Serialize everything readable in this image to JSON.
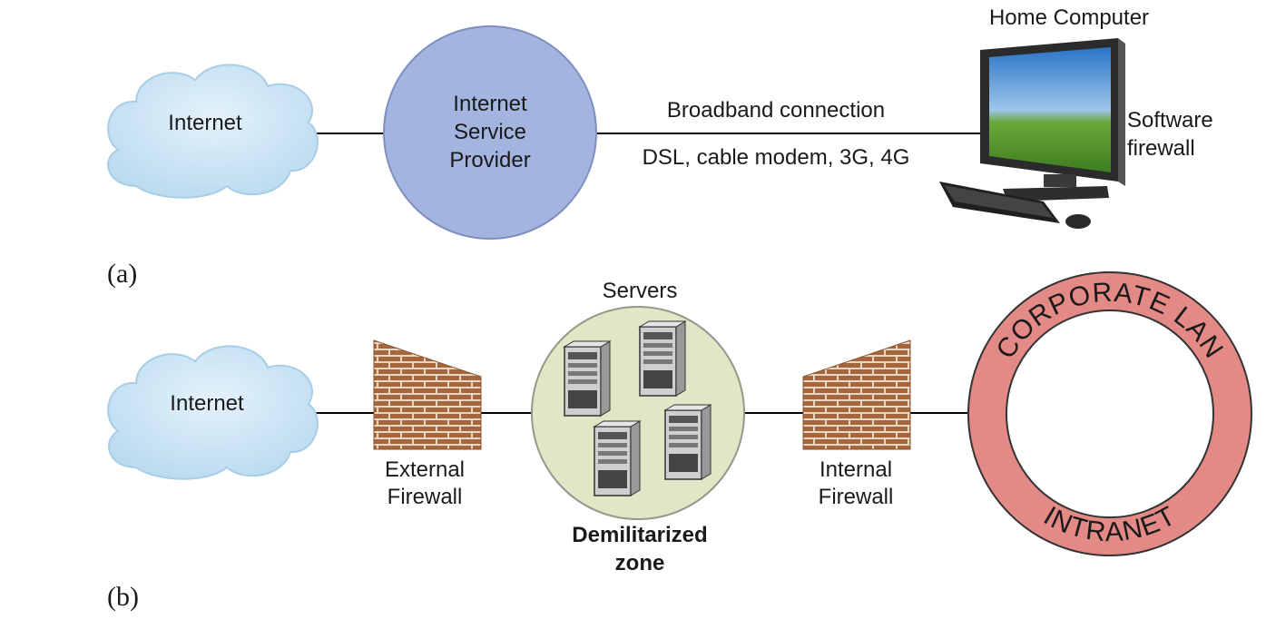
{
  "panel_a": {
    "label": "(a)",
    "internet": "Internet",
    "isp": [
      "Internet",
      "Service",
      "Provider"
    ],
    "connection_title": "Broadband connection",
    "connection_types": "DSL, cable modem, 3G, 4G",
    "home_computer": "Home Computer",
    "software_firewall": [
      "Software",
      "firewall"
    ]
  },
  "panel_b": {
    "label": "(b)",
    "internet": "Internet",
    "servers": "Servers",
    "external_firewall": [
      "External",
      "Firewall"
    ],
    "dmz": [
      "Demilitarized",
      "zone"
    ],
    "internal_firewall": [
      "Internal",
      "Firewall"
    ],
    "ring_top": "CORPORATE LAN",
    "ring_bottom": "INTRANET"
  },
  "colors": {
    "cloud": "#c7e2f3",
    "isp_circle": "#a3b4df",
    "dmz_circle": "#e1e7c6",
    "ring": "#e48a86",
    "brick": "#a5663d"
  }
}
